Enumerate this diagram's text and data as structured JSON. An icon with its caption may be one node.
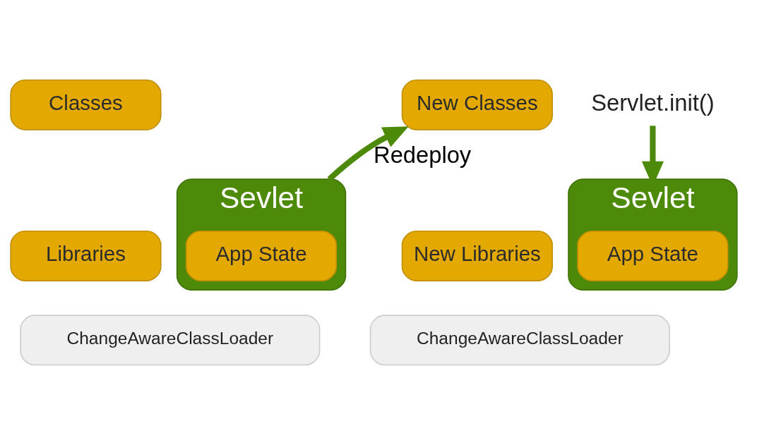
{
  "diagram": {
    "nodes": [
      {
        "text": [
          "Classes"
        ]
      },
      {
        "text": [
          "Libraries"
        ]
      },
      {
        "text": [
          "Sevlet"
        ]
      },
      {
        "text": [
          "App State"
        ],
        "in": 2
      },
      {
        "text": [
          "ChangeAwareClassLoader"
        ]
      },
      {
        "text": [
          "New Classes"
        ]
      },
      {
        "text": [
          "New Libraries"
        ]
      },
      {
        "text": [
          "Sevlet"
        ]
      },
      {
        "text": [
          "App State"
        ],
        "in": 7
      },
      {
        "text": [
          "ChangeAwareClassLoader"
        ]
      },
      {
        "text": [
          "Servlet.init()"
        ]
      }
    ],
    "edges": [
      {
        "from": 2,
        "to": 5,
        "arrow": "to",
        "label": "Redeploy"
      },
      {
        "from": 10,
        "to": 7,
        "arrow": "to"
      }
    ]
  }
}
